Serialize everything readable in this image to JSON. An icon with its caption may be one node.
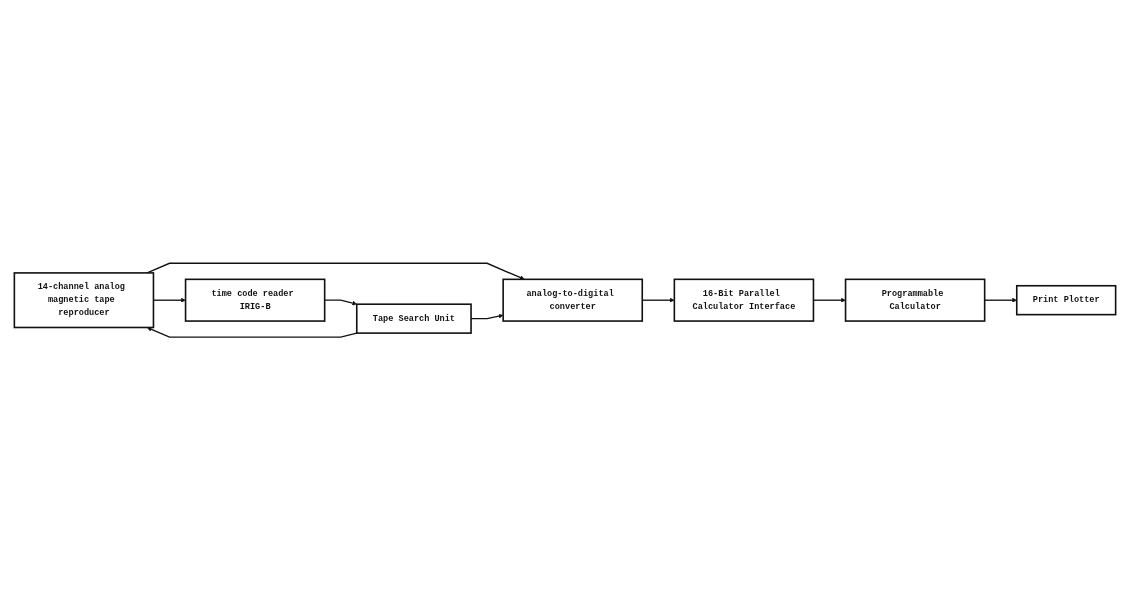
{
  "diagram": {
    "nodes": [
      {
        "text": [
          "14-channel analog magnetic tape reproducer"
        ]
      },
      {
        "text": [
          "analog-to-digital converter"
        ]
      },
      {
        "text": [
          "16-Bit Parallel Calculator Interface"
        ]
      },
      {
        "text": [
          "Programmable Calculator"
        ]
      },
      {
        "text": [
          "time code reader IRIG-B"
        ]
      },
      {
        "text": [
          "Print Plotter"
        ]
      },
      {
        "text": [
          "Tape Search Unit"
        ]
      }
    ],
    "edges": [
      {
        "from": 0,
        "to": 1,
        "arrow": "to"
      },
      {
        "from": 1,
        "to": 2,
        "arrow": "to"
      },
      {
        "from": 2,
        "to": 3,
        "arrow": "to"
      },
      {
        "from": 0,
        "to": 4,
        "arrow": "to"
      },
      {
        "from": 3,
        "to": 5,
        "arrow": "to"
      },
      {
        "from": 4,
        "to": 6,
        "arrow": "to"
      },
      {
        "from": 6,
        "to": 0,
        "arrow": "to"
      },
      {
        "from": 6,
        "to": 1,
        "arrow": "to"
      }
    ]
  }
}
